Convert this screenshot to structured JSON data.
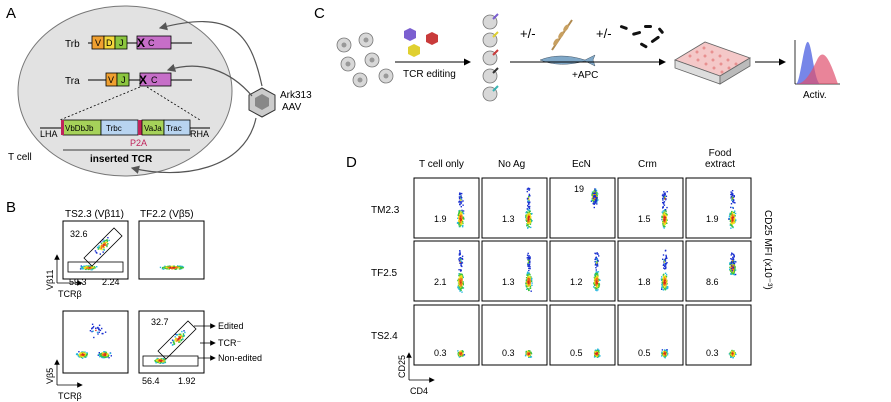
{
  "panels": {
    "A": {
      "letter": "A",
      "trb_label": "Trb",
      "tra_label": "Tra",
      "trb_segments": [
        "V",
        "D",
        "J",
        "X",
        "C"
      ],
      "tra_segments": [
        "V",
        "J",
        "X",
        "C"
      ],
      "insert_segments": [
        "LHA",
        "VbDbJb",
        "Trbc",
        "VaJa",
        "Trac",
        "RHA"
      ],
      "p2a": "P2A",
      "inserted_tcr": "inserted TCR",
      "t_cell": "T cell",
      "aav_line1": "Ark313",
      "aav_line2": "AAV"
    },
    "B": {
      "letter": "B",
      "col1_title": "TS2.3 (Vβ11)",
      "col2_title": "TF2.2 (Vβ5)",
      "row1_ylabel": "Vβ11",
      "row2_ylabel": "Vβ5",
      "xlabel": "TCRβ",
      "top_left_values": [
        "32.6",
        "59.3",
        "2.24"
      ],
      "bottom_right_values": [
        "32.7",
        "56.4",
        "1.92"
      ],
      "gates": [
        "Edited",
        "TCR⁻",
        "Non-edited"
      ]
    },
    "C": {
      "letter": "C",
      "tcr_editing": "TCR editing",
      "plus_minus_1": "+/-",
      "plus_minus_2": "+/-",
      "apc": "+APC",
      "activ": "Activ."
    },
    "D": {
      "letter": "D",
      "columns": [
        "T cell only",
        "No Ag",
        "EcN",
        "Crm",
        "Food extract"
      ],
      "rows": [
        "TM2.3",
        "TF2.5",
        "TS2.4"
      ],
      "values": [
        [
          "1.9",
          "1.3",
          "19",
          "1.5",
          "1.9"
        ],
        [
          "2.1",
          "1.3",
          "1.2",
          "1.8",
          "8.6"
        ],
        [
          "0.3",
          "0.3",
          "0.5",
          "0.5",
          "0.3"
        ]
      ],
      "right_label": "CD25 MFI (x10⁻³)",
      "ylabel": "CD25",
      "xlabel": "CD4"
    }
  },
  "colors": {
    "cell_fill": "#e2e2e2",
    "seg_v": "#f0a030",
    "seg_d": "#f4d83c",
    "seg_j": "#8cc63f",
    "seg_c": "#c66ec8",
    "seg_trbc": "#b8d4f0",
    "seg_vj": "#a6d25a",
    "accent_p2a": "#c0245c",
    "density": [
      "#1a2fd0",
      "#25b7e0",
      "#3ec43e",
      "#f2e21b",
      "#ef7d1b",
      "#d62a1c"
    ]
  }
}
